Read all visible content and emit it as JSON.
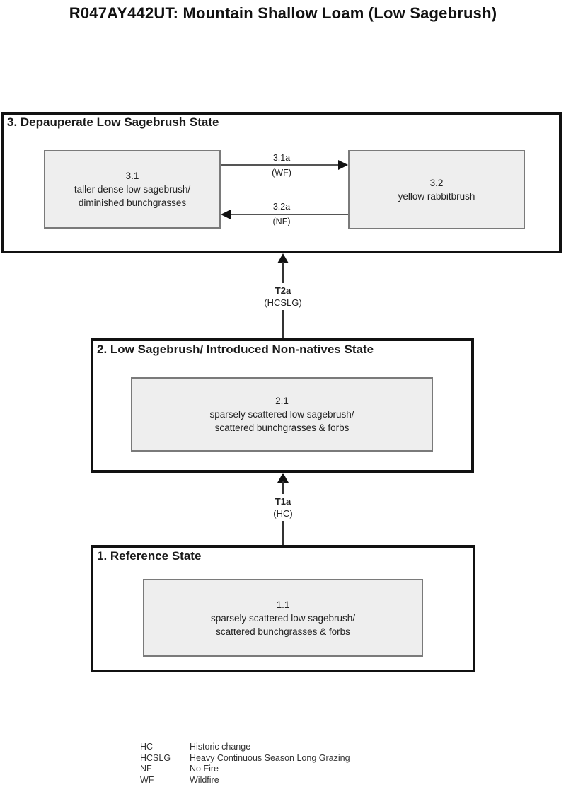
{
  "title": "R047AY442UT: Mountain Shallow Loam (Low Sagebrush)",
  "states": [
    {
      "label": "3. Depauperate Low Sagebrush State",
      "communities": [
        {
          "num": "3.1",
          "line1": "taller dense low sagebrush/",
          "line2": "diminished bunchgrasses"
        },
        {
          "num": "3.2",
          "line1": "yellow rabbitbrush",
          "line2": ""
        }
      ]
    },
    {
      "label": "2. Low Sagebrush/ Introduced Non-natives State",
      "communities": [
        {
          "num": "2.1",
          "line1": "sparsely scattered low sagebrush/",
          "line2": "scattered bunchgrasses & forbs"
        }
      ]
    },
    {
      "label": "1. Reference State",
      "communities": [
        {
          "num": "1.1",
          "line1": "sparsely scattered low sagebrush/",
          "line2": "scattered bunchgrasses & forbs"
        }
      ]
    }
  ],
  "pathways": [
    {
      "id": "3.1a",
      "cause": "(WF)"
    },
    {
      "id": "3.2a",
      "cause": "(NF)"
    }
  ],
  "transitions": [
    {
      "id": "T2a",
      "cause": "(HCSLG)"
    },
    {
      "id": "T1a",
      "cause": "(HC)"
    }
  ],
  "legend": [
    {
      "abbr": "HC",
      "meaning": "Historic change"
    },
    {
      "abbr": "HCSLG",
      "meaning": "Heavy Continuous Season Long Grazing"
    },
    {
      "abbr": "NF",
      "meaning": "No Fire"
    },
    {
      "abbr": "WF",
      "meaning": "Wildfire"
    }
  ],
  "colors": {
    "community_fill": "#eeeeee",
    "community_border": "#7a7a7a",
    "state_border": "#111111",
    "pathway_line": "#555555",
    "transition_line": "#333333",
    "arrowhead": "#111111"
  }
}
